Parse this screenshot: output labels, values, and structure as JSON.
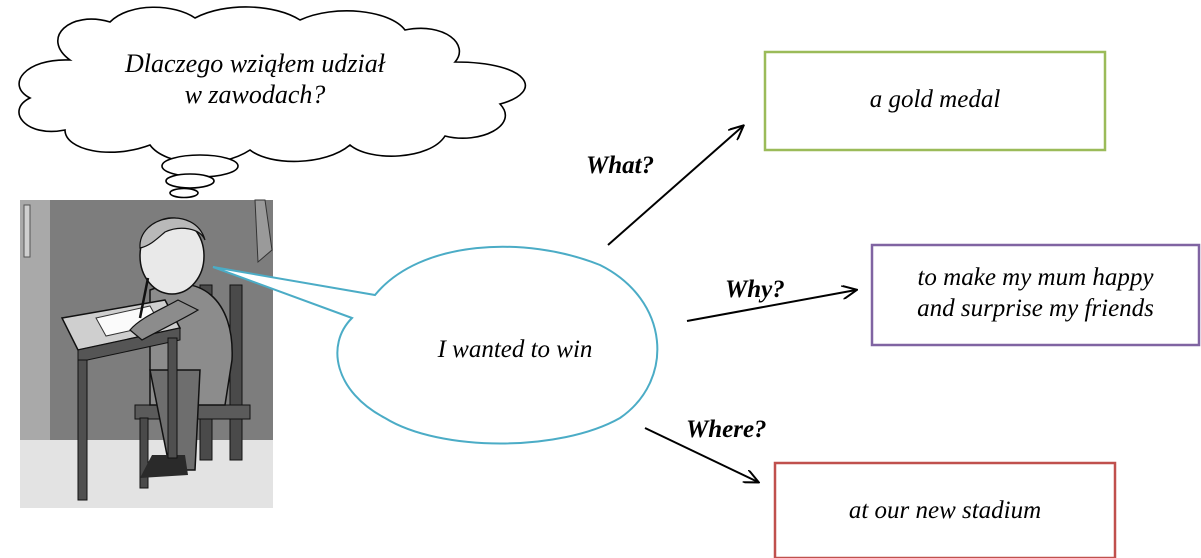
{
  "thought_bubble": {
    "line1": "Dlaczego wziąłem udział",
    "line2": "w zawodach?"
  },
  "speech_bubble": {
    "text": "I wanted to win"
  },
  "branches": [
    {
      "question": "What?",
      "answer_lines": [
        "a gold medal"
      ],
      "box_color": "#9bbb59"
    },
    {
      "question": "Why?",
      "answer_lines": [
        "to make my mum happy",
        "and surprise my friends"
      ],
      "box_color": "#8064a2"
    },
    {
      "question": "Where?",
      "answer_lines": [
        "at our new stadium"
      ],
      "box_color": "#c0504d"
    }
  ],
  "colors": {
    "speech_outline": "#4bacc6",
    "thought_outline": "#000000"
  }
}
